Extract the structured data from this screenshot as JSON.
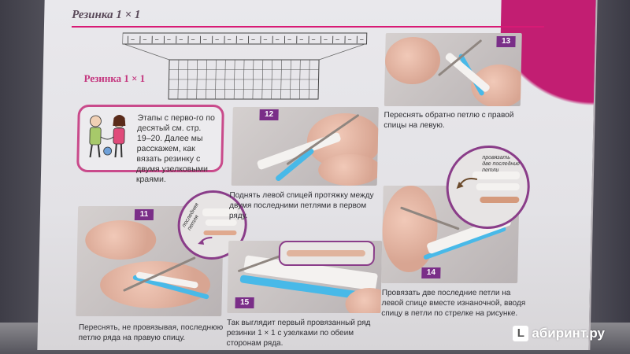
{
  "header": {
    "title": "Резинка 1 × 1"
  },
  "diagram": {
    "subtitle": "Резинка 1 × 1",
    "top_symbol": "|–",
    "body_symbol": "|"
  },
  "intro": {
    "text": "Этапы с перво-го по десятый см. стр. 19–20. Далее мы расскажем, как вязать резинку с двумя узелковыми краями."
  },
  "steps": [
    {
      "number": "11",
      "caption": "Переснять, не провязывая, последнюю петлю ряда на правую спицу.",
      "inset_label": "последняя петля"
    },
    {
      "number": "12",
      "caption": "Поднять левой спицей протяжку между двумя последними петлями в первом ряду."
    },
    {
      "number": "13",
      "caption": "Переснять обратно петлю с правой спицы на левую."
    },
    {
      "number": "14",
      "caption": "Провязать две последние петли на левой спице вместе изнаночной, вводя спицу в петли по стрелке на рисунке.",
      "inset_label": "провязать две последние петли"
    },
    {
      "number": "15",
      "caption": "Так выглядит первый провязанный ряд резинки 1 × 1 с узелками по обеим сторонам ряда."
    }
  ],
  "watermark": {
    "logo": "L",
    "text": "абиринт.ру"
  },
  "colors": {
    "accent": "#d81a75",
    "badge": "#7a2e88",
    "yarn_blue": "#48b9e8",
    "frame": "#c94a8b"
  }
}
